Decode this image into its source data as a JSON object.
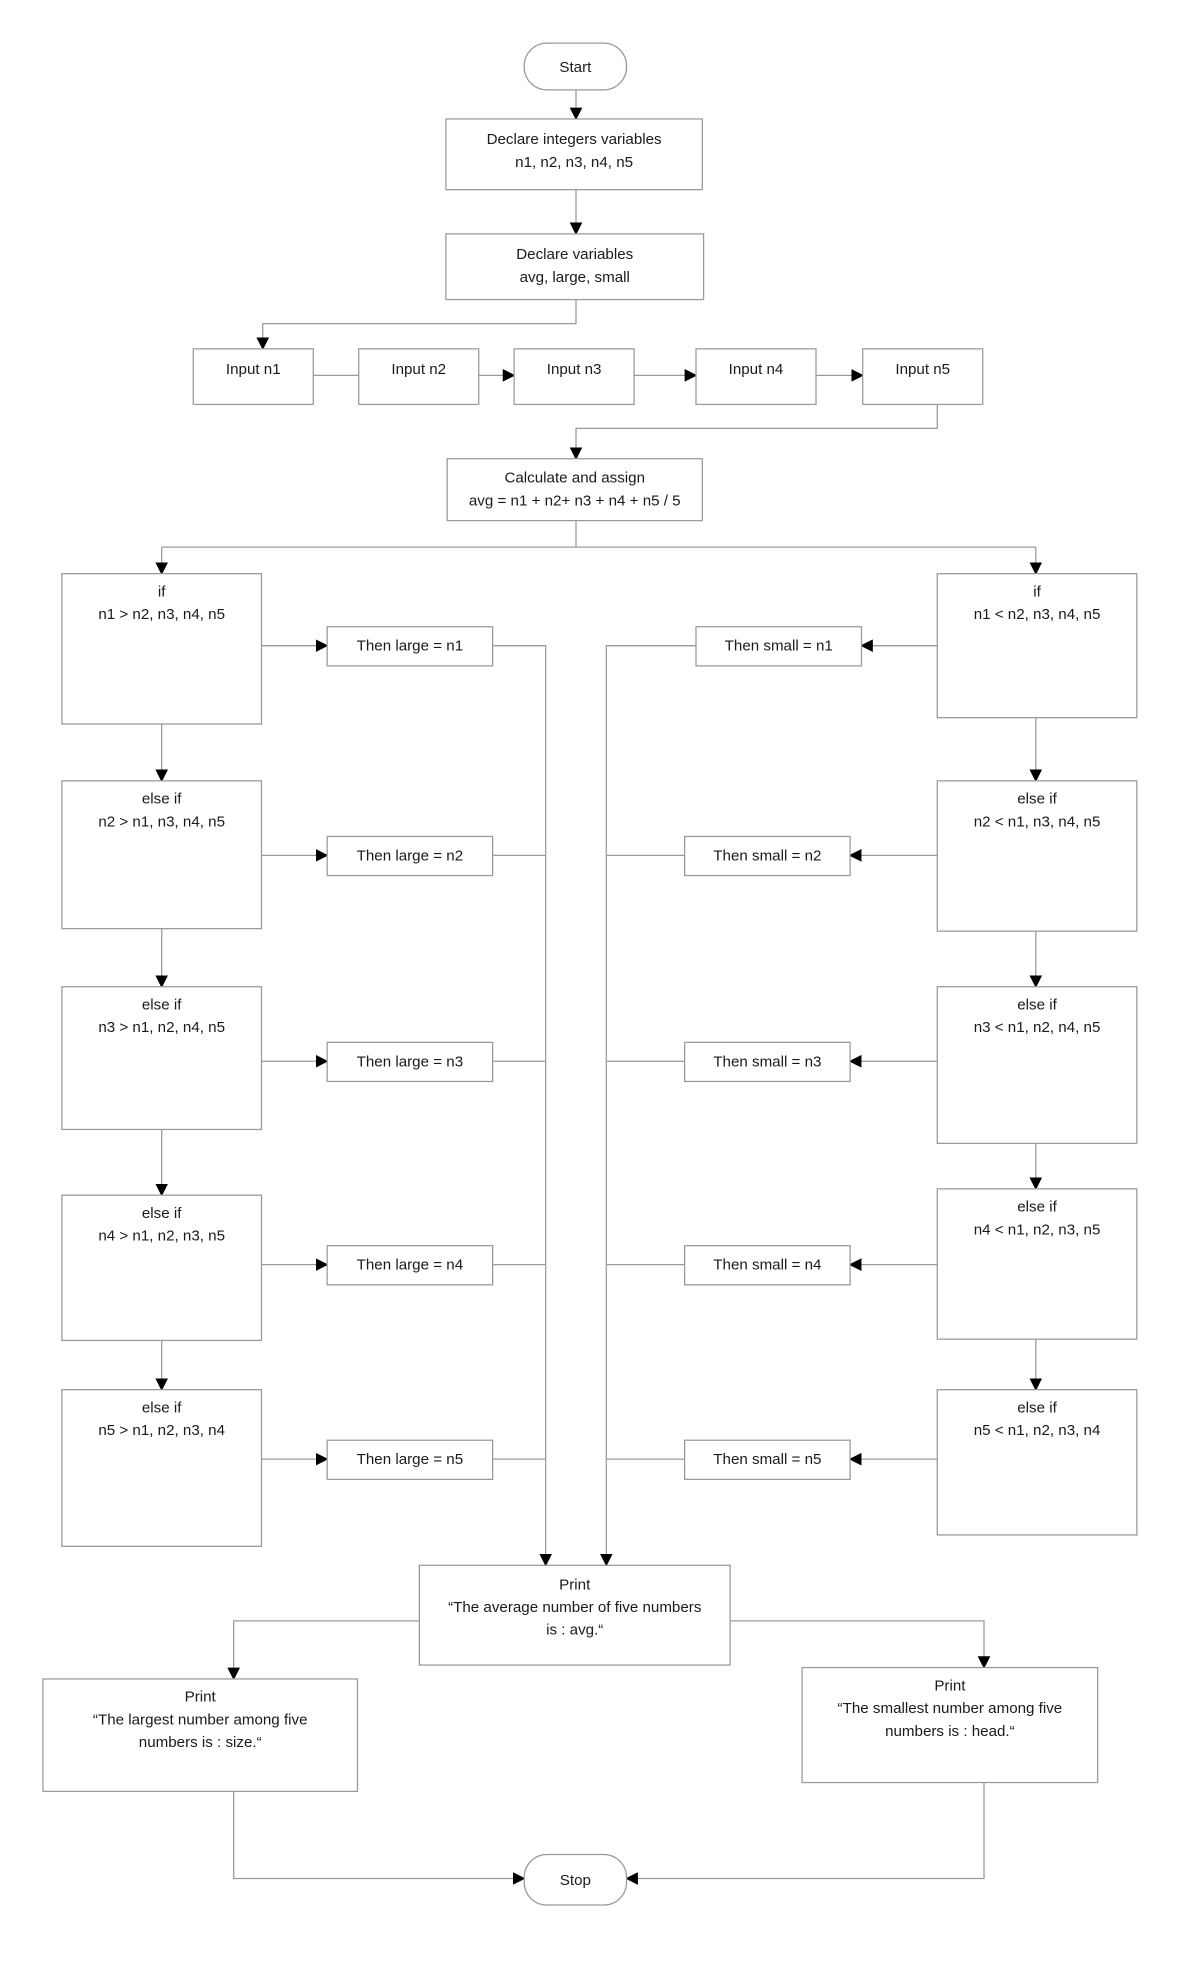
{
  "flowchart": {
    "start": [
      "Start"
    ],
    "declare_ints": [
      "Declare integers variables",
      "n1, n2, n3, n4, n5"
    ],
    "declare_vars": [
      "Declare variables",
      "avg, large, small"
    ],
    "inputs": [
      [
        "Input n1"
      ],
      [
        "Input n2"
      ],
      [
        "Input n3"
      ],
      [
        "Input n4"
      ],
      [
        "Input n5"
      ]
    ],
    "calc": [
      "Calculate and assign",
      "avg = n1 + n2+ n3 + n4 + n5 / 5"
    ],
    "large_checks": [
      [
        "if",
        "n1 > n2, n3, n4, n5"
      ],
      [
        "else if",
        "n2 > n1, n3, n4, n5"
      ],
      [
        "else if",
        "n3 > n1, n2, n4, n5"
      ],
      [
        "else if",
        "n4 > n1, n2, n3, n5"
      ],
      [
        "else if",
        "n5 > n1, n2, n3, n4"
      ]
    ],
    "large_assign": [
      [
        "Then large  = n1"
      ],
      [
        "Then large  = n2"
      ],
      [
        "Then large = n3"
      ],
      [
        "Then large  = n4"
      ],
      [
        "Then large = n5"
      ]
    ],
    "small_checks": [
      [
        "if",
        "n1 < n2, n3, n4, n5"
      ],
      [
        "else if",
        "n2 < n1, n3, n4, n5"
      ],
      [
        "else if",
        "n3 < n1, n2, n4, n5"
      ],
      [
        "else if",
        "n4 < n1, n2, n3, n5"
      ],
      [
        "else if",
        "n5 < n1, n2, n3, n4"
      ]
    ],
    "small_assign": [
      [
        "Then small  = n1"
      ],
      [
        "Then small  = n2"
      ],
      [
        "Then small = n3"
      ],
      [
        "Then small  = n4"
      ],
      [
        "Then small = n5"
      ]
    ],
    "print_avg": [
      "Print",
      "“The average number of five numbers",
      "is : avg.“"
    ],
    "print_large": [
      "Print",
      "“The largest number among five",
      "numbers is : size.“"
    ],
    "print_small": [
      "Print",
      "“The smallest number among five",
      "numbers is : head.“"
    ],
    "stop": [
      "Stop"
    ]
  }
}
